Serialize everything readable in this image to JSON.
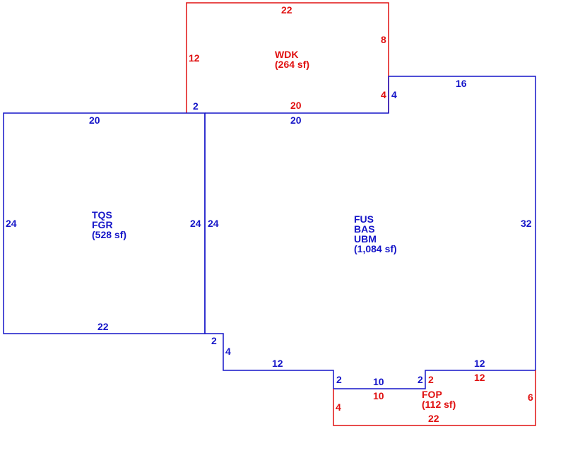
{
  "colors": {
    "blue": "#1515c8",
    "red": "#e01010"
  },
  "areas": {
    "wdk": {
      "code": "WDK",
      "size": "(264 sf)"
    },
    "garage": {
      "code1": "TQS",
      "code2": "FGR",
      "size": "(528 sf)"
    },
    "main": {
      "code1": "FUS",
      "code2": "BAS",
      "code3": "UBM",
      "size": "(1,084 sf)"
    },
    "fop": {
      "code": "FOP",
      "size": "(112 sf)"
    }
  },
  "dims": {
    "wdk_top": "22",
    "wdk_left": "12",
    "wdk_right_upper": "8",
    "wdk_right_lower": "4",
    "wdk_bottom": "20",
    "main_step_right": "4",
    "main_top_right": "16",
    "main_step_left": "2",
    "garage_top": "20",
    "main_top": "20",
    "garage_left": "24",
    "garage_right": "24",
    "main_left": "24",
    "main_right": "32",
    "garage_bottom": "22",
    "notch1_h": "2",
    "notch1_v": "4",
    "notch2_h": "12",
    "notch3_v": "2",
    "bottom_mid": "10",
    "notch4_v": "2",
    "bottom_right": "12",
    "fop_left_v": "2",
    "fop_top_right": "12",
    "fop_top_left": "10",
    "fop_left": "4",
    "fop_right": "6",
    "fop_bottom": "22"
  }
}
